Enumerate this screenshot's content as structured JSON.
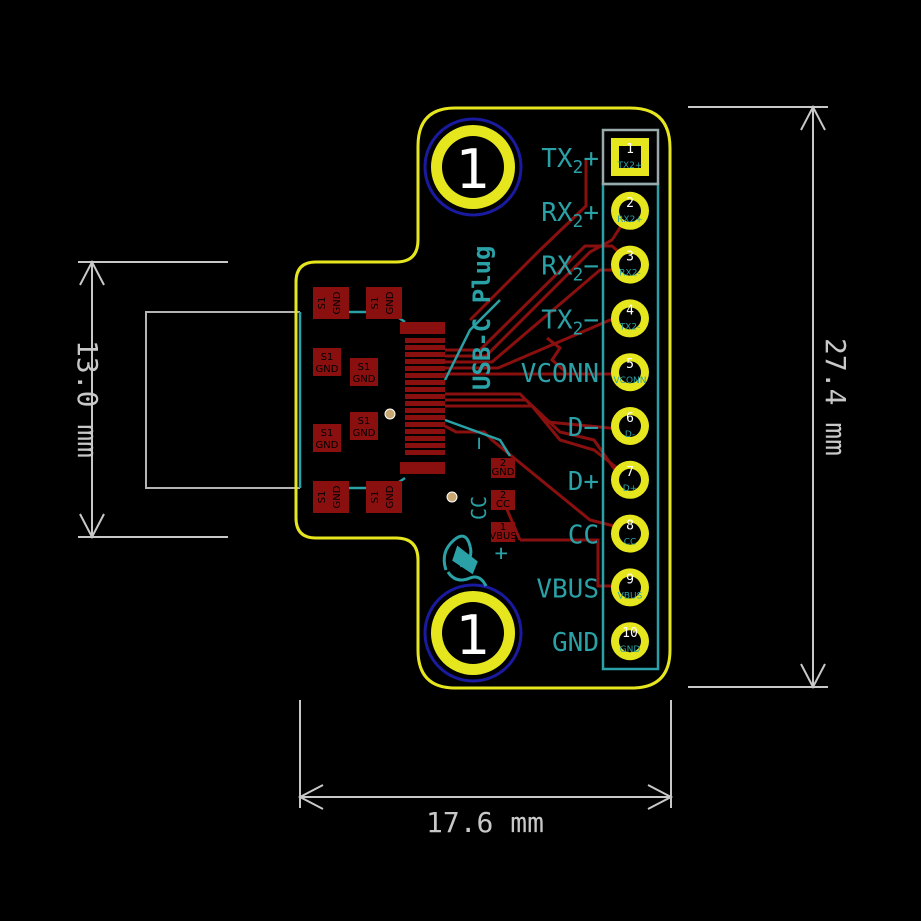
{
  "dimensions": {
    "height_label": "13.0 mm",
    "board_height_label": "27.4 mm",
    "width_label": "17.6 mm"
  },
  "board": {
    "title": "USB-C Plug",
    "mount_hole_label": "1",
    "colors": {
      "outline": "#e6e61e",
      "copper": "#8a0f0f",
      "silk": "#2aa1a6",
      "via_ring": "#1a1aa0",
      "dimension": "#c8c8c8"
    }
  },
  "header_pins": [
    {
      "num": "1",
      "net": "TX2+",
      "label_main": "TX",
      "label_sub": "2",
      "label_sign": "+",
      "small": "TX2+"
    },
    {
      "num": "2",
      "net": "RX2+",
      "label_main": "RX",
      "label_sub": "2",
      "label_sign": "+",
      "small": "RX2+"
    },
    {
      "num": "3",
      "net": "RX2-",
      "label_main": "RX",
      "label_sub": "2",
      "label_sign": "−",
      "small": "RX2-"
    },
    {
      "num": "4",
      "net": "TX2-",
      "label_main": "TX",
      "label_sub": "2",
      "label_sign": "−",
      "small": "TX2-"
    },
    {
      "num": "5",
      "net": "VCONN",
      "label_main": "VCONN",
      "label_sub": "",
      "label_sign": "",
      "small": "VCONN"
    },
    {
      "num": "6",
      "net": "D-",
      "label_main": "D−",
      "label_sub": "",
      "label_sign": "",
      "small": "D-"
    },
    {
      "num": "7",
      "net": "D+",
      "label_main": "D+",
      "label_sub": "",
      "label_sign": "",
      "small": "D+"
    },
    {
      "num": "8",
      "net": "CC",
      "label_main": "CC",
      "label_sub": "",
      "label_sign": "",
      "small": "CC"
    },
    {
      "num": "9",
      "net": "VBUS",
      "label_main": "VBUS",
      "label_sub": "",
      "label_sign": "",
      "small": "VBUS"
    },
    {
      "num": "10",
      "net": "GND",
      "label_main": "GND",
      "label_sub": "",
      "label_sign": "",
      "small": "GND"
    }
  ],
  "shield_pads": [
    {
      "top": "S1",
      "bottom": "GND"
    },
    {
      "top": "S1",
      "bottom": "GND"
    },
    {
      "top": "S1",
      "bottom": "GND"
    },
    {
      "top": "S1",
      "bottom": "GND"
    },
    {
      "top": "S1",
      "bottom": "GND"
    },
    {
      "top": "S1",
      "bottom": "GND"
    },
    {
      "top": "S1",
      "bottom": "GND"
    },
    {
      "top": "S1",
      "bottom": "GND"
    }
  ],
  "jumper": {
    "pads": [
      {
        "num": "2",
        "net": "GND"
      },
      {
        "num": "2",
        "net": "CC"
      },
      {
        "num": "1",
        "net": "VBUS"
      }
    ],
    "labels": {
      "minus": "−",
      "cc": "CC",
      "plus": "+"
    }
  }
}
